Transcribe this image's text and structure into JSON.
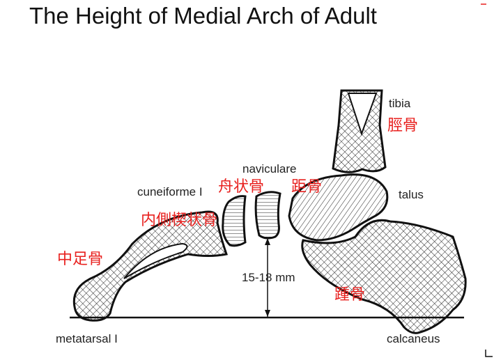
{
  "title": "The Height of Medial Arch of Adult",
  "labels": {
    "tibia": "tibia",
    "tibia_zh": "脛骨",
    "naviculare": "naviculare",
    "naviculare_zh": "舟状骨",
    "talus_zh": "距骨",
    "talus": "talus",
    "cuneiforme": "cuneiforme I",
    "cuneiforme_zh": "内側楔状骨",
    "metatarsal_zh": "中足骨",
    "height": "15-18 mm",
    "calcaneus_zh": "踵骨",
    "metatarsal": "metatarsal I",
    "calcaneus": "calcaneus"
  },
  "colors": {
    "annotation": "#e8201e",
    "line": "#111111"
  }
}
